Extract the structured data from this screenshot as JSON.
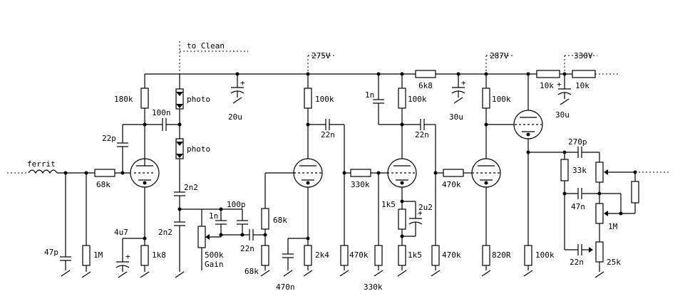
{
  "labels": {
    "to_clean": "to Clean",
    "v275": "275V",
    "v287": "287V",
    "v330": "330V",
    "ferrit": "ferrit",
    "c47p": "47p",
    "r1M_in": "1M",
    "r68k_grid": "68k",
    "r180k": "180k",
    "c22p": "22p",
    "c100n": "100n",
    "photo1": "photo",
    "photo2": "photo",
    "c2n2_a": "2n2",
    "c2n2_b": "2n2",
    "c4u7": "4u7",
    "r1k8": "1k8",
    "c20u": "20u",
    "c1n_a": "1n",
    "c100p": "100p",
    "pot500k": "500k",
    "gain": "Gain",
    "c22n_a": "22n",
    "r68k_a": "68k",
    "r68k_b": "68k",
    "c470n": "470n",
    "r2k4": "2k4",
    "r100k_a": "100k",
    "c22n_b": "22n",
    "r330k_a": "330k",
    "r470k_a": "470k",
    "r330k_b": "330k",
    "c1n_b": "1n",
    "r100k_b": "100k",
    "r6k8": "6k8",
    "c22n_c": "22n",
    "r1k5_a": "1k5",
    "c2u2": "2u2",
    "r1k5_b": "1k5",
    "c30u_a": "30u",
    "r470k_b": "470k",
    "r470k_c": "470k",
    "r100k_c": "100k",
    "r820R": "820R",
    "r10k_a": "10k",
    "r10k_b": "10k",
    "c30u_b": "30u",
    "r100k_d": "100k",
    "c270p": "270p",
    "r33k": "33k",
    "c47n": "47n",
    "pot1M": "1M",
    "c22n_d": "22n",
    "pot25k": "25k"
  }
}
